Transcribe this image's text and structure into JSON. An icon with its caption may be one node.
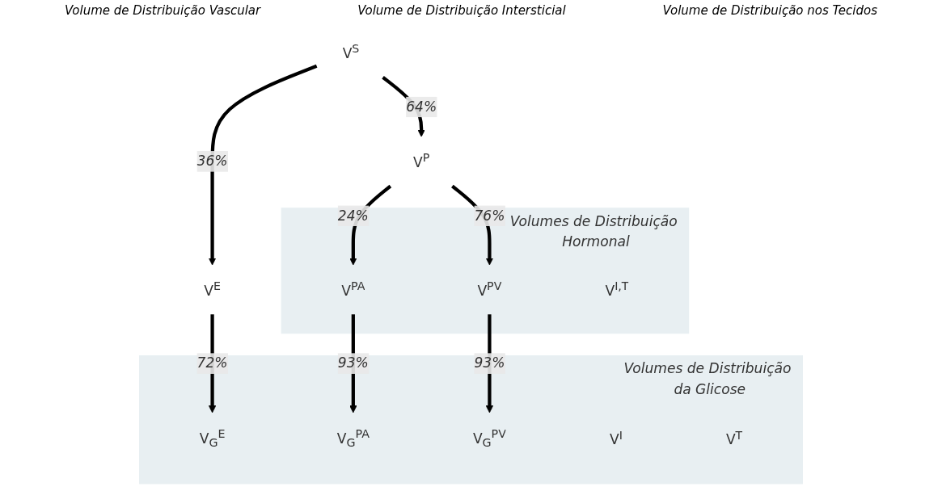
{
  "diagram": {
    "nodes": [
      {
        "text": [
          "V$^{S}$"
        ]
      },
      {
        "text": [
          "V$^{E}$"
        ]
      },
      {
        "text": [
          "V$^{P}$"
        ]
      },
      {
        "text": [
          "Volumes de Distribuição Hormonal"
        ]
      },
      {
        "text": [
          "V$^{PA}$"
        ],
        "in": 3
      },
      {
        "text": [
          "V$^{PV}$"
        ],
        "in": 3
      },
      {
        "text": [
          "V$^{I,T}$"
        ],
        "in": 3
      },
      {
        "text": [
          "Volumes de Distribuição da Glicose"
        ]
      },
      {
        "text": [
          "V$_{G}$$^{E}$"
        ],
        "in": 7
      },
      {
        "text": [
          "V$_{G}$$^{PA}$"
        ],
        "in": 7
      },
      {
        "text": [
          "V$_{G}$$^{PV}$"
        ],
        "in": 7
      },
      {
        "text": [
          "V$^{I}$"
        ],
        "in": 7
      },
      {
        "text": [
          "V$^{T}$"
        ],
        "in": 7
      }
    ],
    "edges": [
      {
        "from": 0,
        "to": 1,
        "arrow": "to",
        "label": "36%"
      },
      {
        "from": 0,
        "to": 2,
        "arrow": "to",
        "label": "64%"
      },
      {
        "from": 1,
        "to": 8,
        "arrow": "to",
        "label": "72%"
      },
      {
        "from": 2,
        "to": 4,
        "arrow": "to",
        "label": "24%"
      },
      {
        "from": 2,
        "to": 5,
        "arrow": "to",
        "label": "76%"
      },
      {
        "from": 4,
        "to": 9,
        "arrow": "to",
        "label": "93%"
      },
      {
        "from": 5,
        "to": 10,
        "arrow": "to",
        "label": "93%"
      }
    ],
    "labels": [
      "Volume de Distribuição Vascular",
      "Volume de Distribuição Intersticial",
      "Volume de Distribuição nos Tecidos"
    ]
  }
}
